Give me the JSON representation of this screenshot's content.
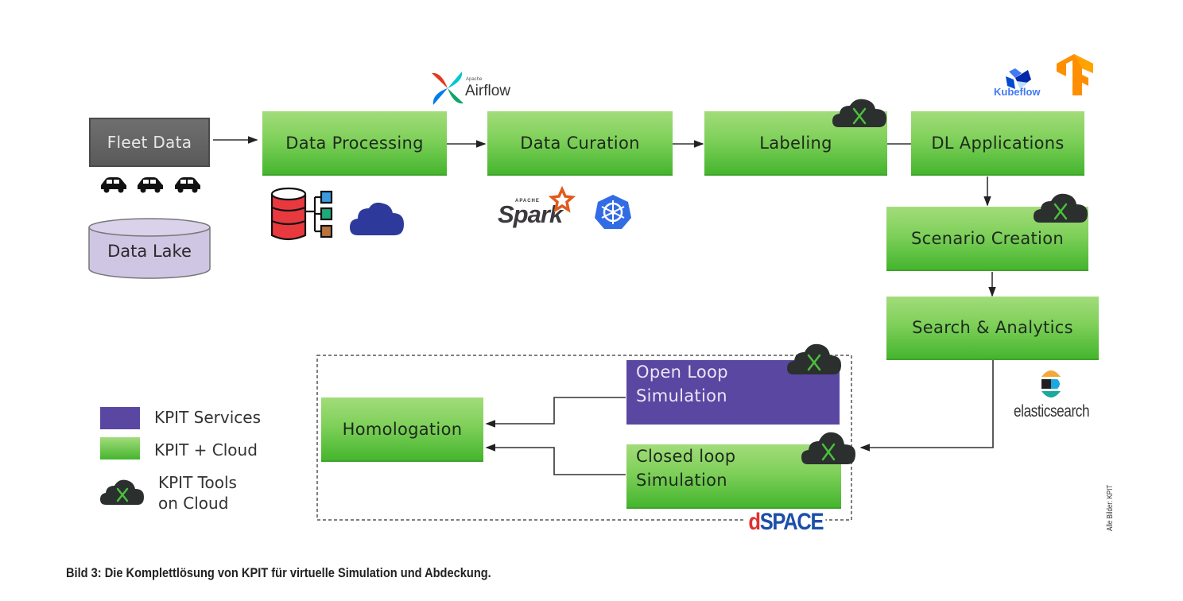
{
  "diagram": {
    "nodes": {
      "fleet_data": "Fleet Data",
      "data_lake": "Data Lake",
      "data_processing": "Data Processing",
      "data_curation": "Data Curation",
      "labeling": "Labeling",
      "dl_applications": "DL Applications",
      "scenario_creation": "Scenario Creation",
      "search_analytics": "Search & Analytics",
      "open_loop": [
        "Open Loop",
        "Simulation"
      ],
      "closed_loop": [
        "Closed loop",
        "Simulation"
      ],
      "homologation": "Homologation"
    },
    "edges": [
      {
        "from": "Fleet Data",
        "to": "Data Processing"
      },
      {
        "from": "Data Processing",
        "to": "Data Curation"
      },
      {
        "from": "Data Curation",
        "to": "Labeling"
      },
      {
        "from": "Labeling",
        "to": "DL Applications"
      },
      {
        "from": "DL Applications",
        "to": "Scenario Creation"
      },
      {
        "from": "Scenario Creation",
        "to": "Search & Analytics"
      },
      {
        "from": "Search & Analytics",
        "to": "Closed loop Simulation"
      },
      {
        "from": "Open Loop Simulation",
        "to": "Homologation"
      },
      {
        "from": "Closed loop Simulation",
        "to": "Homologation"
      }
    ],
    "logos": {
      "airflow_small": "Apache",
      "airflow": "Airflow",
      "spark_small": "APACHE",
      "spark": "Spark",
      "kubeflow": "Kubeflow",
      "elasticsearch": "elasticsearch",
      "dspace": "dSPACE"
    },
    "icons": [
      "car-icon",
      "database-network-icon",
      "cloud-icon",
      "kubernetes-icon",
      "tensorflow-icon",
      "cloud-tools-icon"
    ]
  },
  "legend": {
    "items": [
      {
        "label": "KPIT Services",
        "color": "#5a47a2"
      },
      {
        "label": "KPIT + Cloud",
        "color": "#5fc23f"
      },
      {
        "label_line1": "KPIT Tools",
        "label_line2": "on Cloud"
      }
    ]
  },
  "colors": {
    "green": "#5fc23f",
    "purple": "#5a47a2",
    "gray": "#626262",
    "cloud_dark": "#2b2f2e",
    "lake": "#cfc6e4"
  },
  "caption": "Bild 3: Die Komplettlösung von KPIT für virtuelle Simulation und Abdeckung.",
  "credit": "Alle Bilder: KPIT"
}
